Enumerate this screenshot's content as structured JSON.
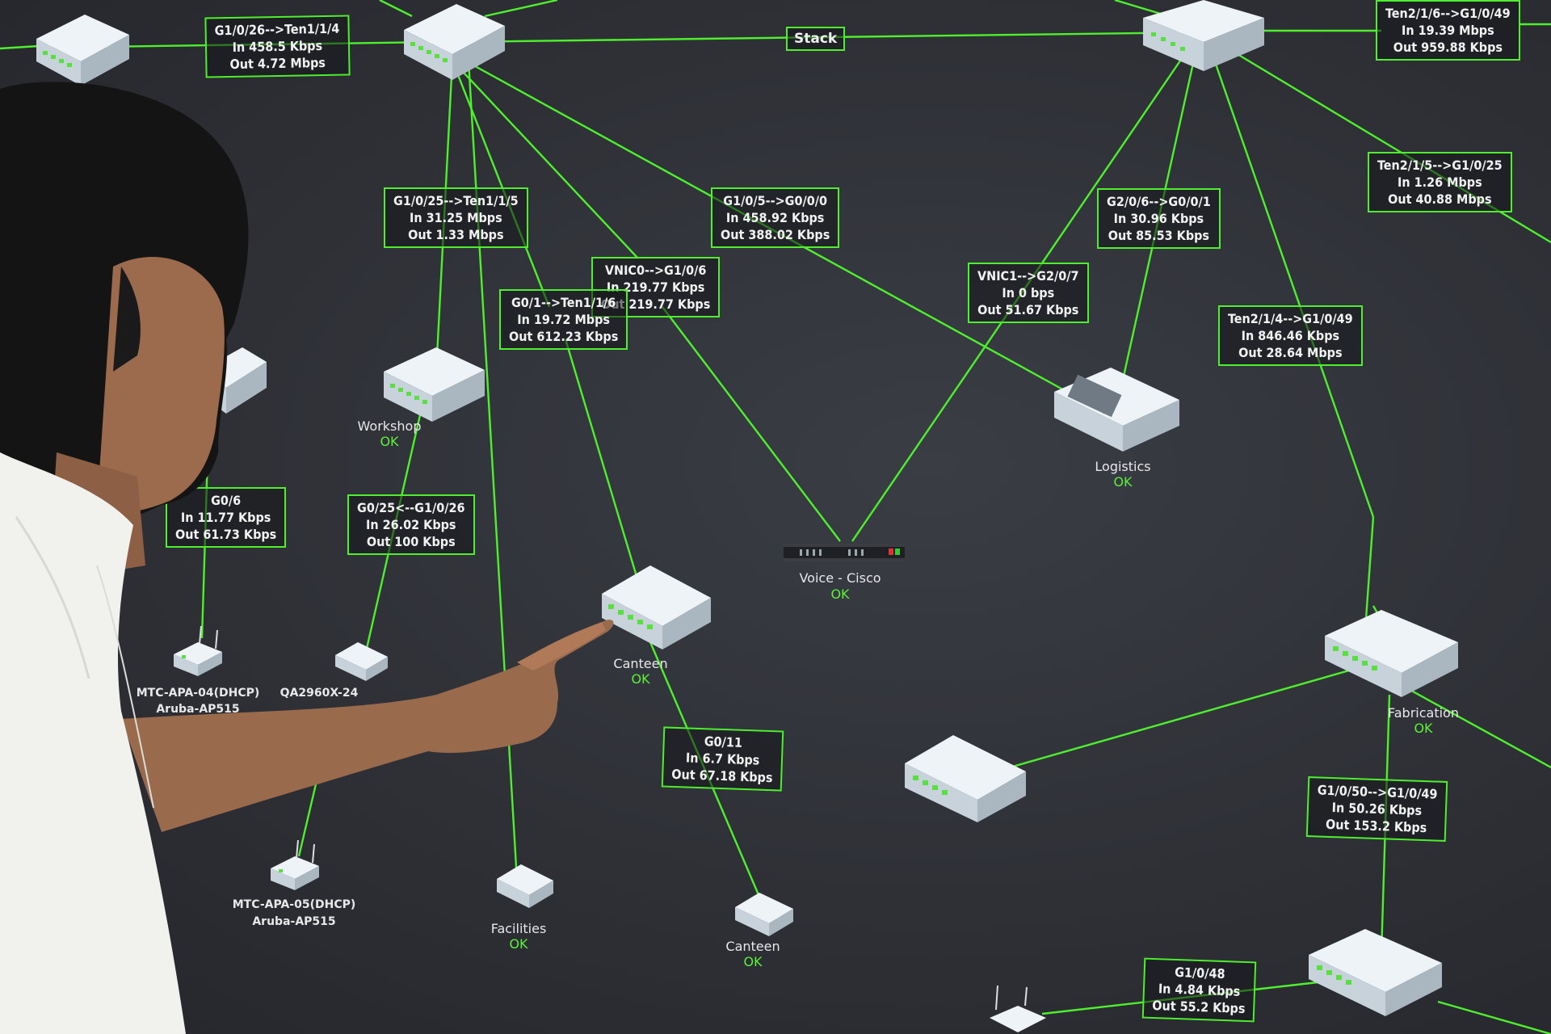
{
  "stack_label": "Stack",
  "links": [
    {
      "id": "l-g1-0-26",
      "lines": [
        "G1/0/26-->Ten1/1/4",
        "In 458.5 Kbps",
        "Out 4.72 Mbps"
      ]
    },
    {
      "id": "l-g1-0-25",
      "lines": [
        "G1/0/25-->Ten1/1/5",
        "In 31.25 Mbps",
        "Out 1.33 Mbps"
      ]
    },
    {
      "id": "l-g1-0-5",
      "lines": [
        "G1/0/5-->G0/0/0",
        "In 458.92 Kbps",
        "Out 388.02 Kbps"
      ]
    },
    {
      "id": "l-vnic0",
      "lines": [
        "VNIC0-->G1/0/6",
        "In 219.77 Kbps",
        "Out 219.77 Kbps"
      ]
    },
    {
      "id": "l-g0-1",
      "lines": [
        "G0/1-->Ten1/1/6",
        "In 19.72 Mbps",
        "Out 612.23 Kbps"
      ]
    },
    {
      "id": "l-g2-0-6",
      "lines": [
        "G2/0/6-->G0/0/1",
        "In 30.96 Kbps",
        "Out 85.53 Kbps"
      ]
    },
    {
      "id": "l-vnic1",
      "lines": [
        "VNIC1-->G2/0/7",
        "In 0 bps",
        "Out 51.67 Kbps"
      ]
    },
    {
      "id": "l-ten2-1-6",
      "lines": [
        "Ten2/1/6-->G1/0/49",
        "In 19.39 Mbps",
        "Out 959.88 Kbps"
      ]
    },
    {
      "id": "l-ten2-1-5",
      "lines": [
        "Ten2/1/5-->G1/0/25",
        "In 1.26 Mbps",
        "Out 40.88 Mbps"
      ]
    },
    {
      "id": "l-ten2-1-4",
      "lines": [
        "Ten2/1/4-->G1/0/49",
        "In 846.46 Kbps",
        "Out 28.64 Mbps"
      ]
    },
    {
      "id": "l-g0-6",
      "lines": [
        "G0/6",
        "In 11.77 Kbps",
        "Out 61.73 Kbps"
      ]
    },
    {
      "id": "l-g0-25",
      "lines": [
        "G0/25<--G1/0/26",
        "In 26.02 Kbps",
        "Out 100 Kbps"
      ]
    },
    {
      "id": "l-g0-11",
      "lines": [
        "G0/11",
        "In 6.7 Kbps",
        "Out 67.18 Kbps"
      ]
    },
    {
      "id": "l-g1-0-50",
      "lines": [
        "G1/0/50-->G1/0/49",
        "In 50.26 Kbps",
        "Out 153.2 Kbps"
      ]
    },
    {
      "id": "l-g1-0-48",
      "lines": [
        "G1/0/48",
        "In 4.84 Kbps",
        "Out 55.2 Kbps"
      ]
    }
  ],
  "devices": [
    {
      "id": "workshop",
      "name": "Workshop",
      "status": "OK"
    },
    {
      "id": "logistics",
      "name": "Logistics",
      "status": "OK"
    },
    {
      "id": "voice-cisco",
      "name": "Voice - Cisco",
      "status": "OK"
    },
    {
      "id": "canteen-1",
      "name": "Canteen",
      "status": "OK"
    },
    {
      "id": "canteen-2",
      "name": "Canteen",
      "status": "OK"
    },
    {
      "id": "facilities",
      "name": "Facilities",
      "status": "OK"
    },
    {
      "id": "fabrication",
      "name": "Fabrication",
      "status": "OK"
    },
    {
      "id": "ap-04",
      "name": "MTC-APA-04(DHCP)",
      "sub": "Aruba-AP515"
    },
    {
      "id": "ap-05",
      "name": "MTC-APA-05(DHCP)",
      "sub": "Aruba-AP515"
    },
    {
      "id": "qa2960",
      "name": "QA2960X-24"
    }
  ],
  "colors": {
    "link": "#4ef02e",
    "status_ok": "#5cf23a",
    "background": "#2e3036"
  }
}
